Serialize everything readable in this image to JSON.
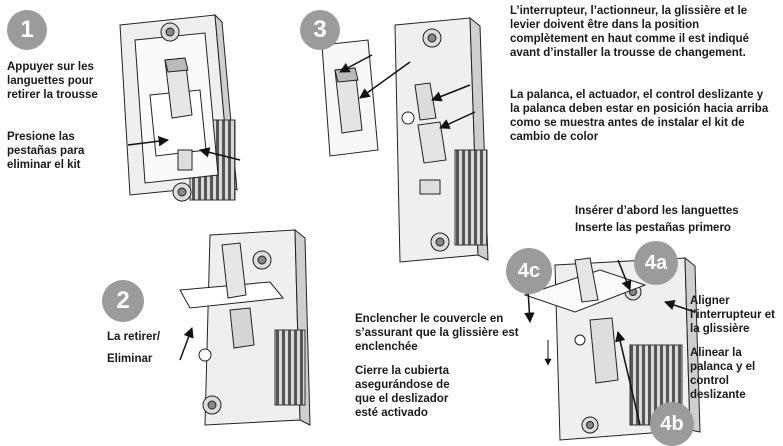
{
  "steps": {
    "s1": {
      "badge": "1",
      "fr": "Appuyer sur les languettes pour retirer la trousse",
      "es": "Presione las pestañas para eliminar el kit"
    },
    "s2": {
      "badge": "2",
      "fr": "La retirer/",
      "es": "Eliminar"
    },
    "s3": {
      "badge": "3",
      "fr": "L’interrupteur, l’actionneur, la glissière et le levier doivent être dans la position complètement en haut comme il est indiqué avant d’installer la trousse de changement.",
      "es": "La palanca, el actuador, el control deslizante y la palanca deben estar en posición hacia arriba como se muestra antes de instalar el kit de cambio de color"
    },
    "s4a": {
      "badge": "4a",
      "fr": "Insérer d’abord les languettes",
      "es": "Inserte las pestañas primero"
    },
    "s4b": {
      "badge": "4b",
      "fr": "Aligner l’interrupteur et la glissière",
      "es": "Alinear la palanca y el control deslizante"
    },
    "s4c": {
      "badge": "4c",
      "fr": "Enclencher le couvercle en s’assurant que la glissière est enclenchée",
      "es": "Cierre la cubierta asegurándose de que el deslizador esté activado"
    }
  },
  "colors": {
    "badge": "#9b9b9b",
    "text": "#1a1a1a",
    "line": "#222222"
  }
}
